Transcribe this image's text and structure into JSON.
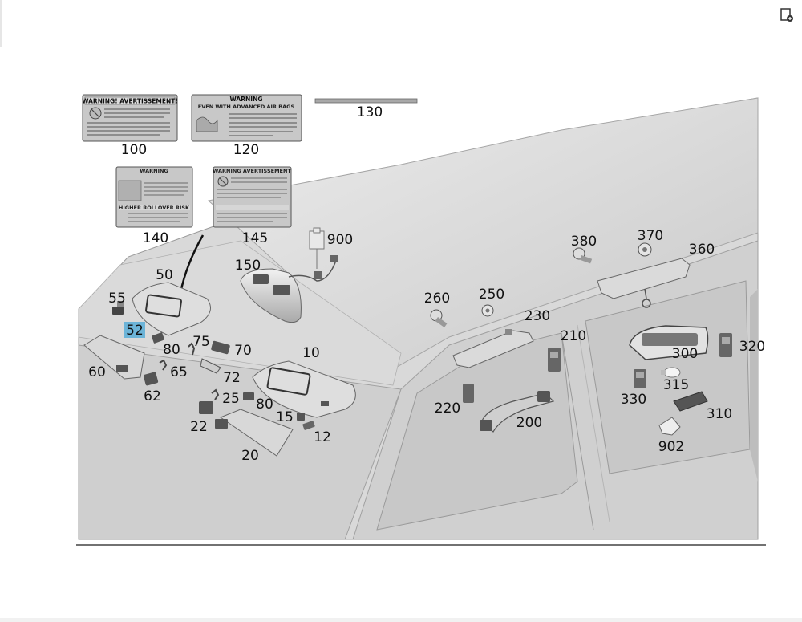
{
  "toolbar": {
    "icon": "open-in-new-icon"
  },
  "labels": {
    "warning_100_title": "WARNING! AVERTISSEMENT!",
    "warning_120_title": "WARNING",
    "warning_120_sub": "EVEN WITH ADVANCED AIR BAGS",
    "warning_140_title": "WARNING",
    "warning_140_sub": "HIGHER ROLLOVER RISK",
    "warning_145_title": "WARNING AVERTISSEMENT"
  },
  "callouts": {
    "c100": "100",
    "c120": "120",
    "c130": "130",
    "c140": "140",
    "c145": "145",
    "c900": "900",
    "c150": "150",
    "c50": "50",
    "c55": "55",
    "c52": "52",
    "c80a": "80",
    "c75": "75",
    "c70": "70",
    "c60": "60",
    "c65": "65",
    "c62": "62",
    "c72": "72",
    "c10": "10",
    "c25": "25",
    "c80b": "80",
    "c22": "22",
    "c15": "15",
    "c12": "12",
    "c20": "20",
    "c260": "260",
    "c250": "250",
    "c230": "230",
    "c210": "210",
    "c220": "220",
    "c200": "200",
    "c380": "380",
    "c370": "370",
    "c360": "360",
    "c300": "300",
    "c320": "320",
    "c315": "315",
    "c330": "330",
    "c310": "310",
    "c902": "902"
  },
  "highlight_color": "#6cb4d8"
}
